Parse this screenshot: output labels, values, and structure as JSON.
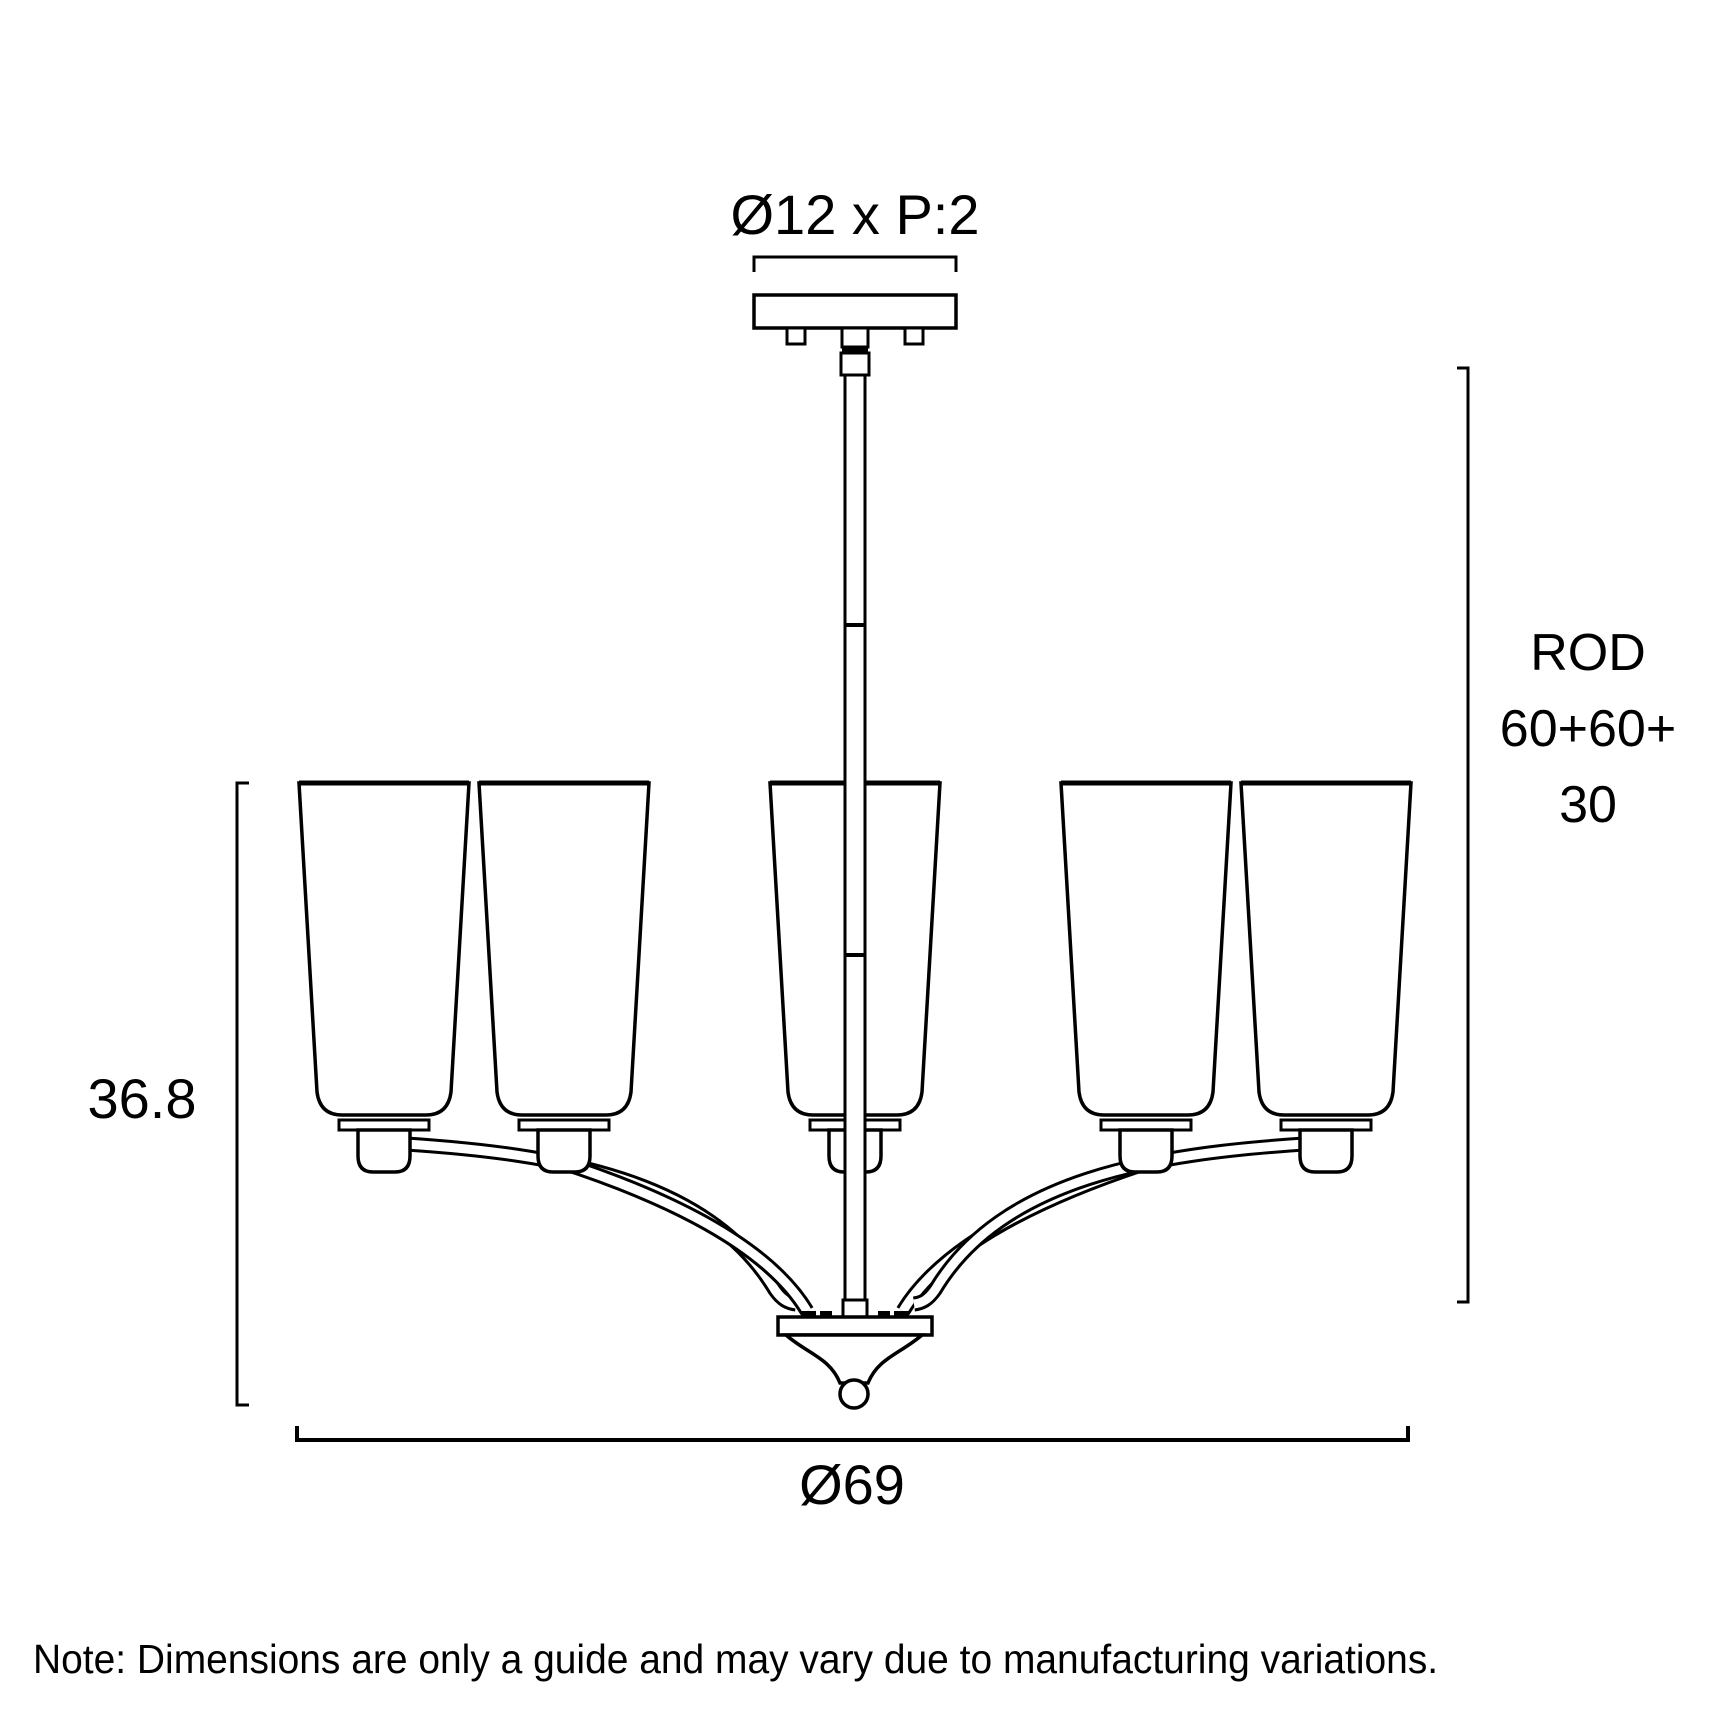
{
  "diagram": {
    "title": "chandelier-dimension-drawing",
    "colors": {
      "line": "#000000",
      "background": "#ffffff"
    },
    "dimensions": {
      "canopy_label": "Ø12 x P:2",
      "height_label": "36.8",
      "diameter_label": "Ø69",
      "rod": {
        "lines": [
          "ROD",
          "60+60+",
          "30"
        ]
      }
    },
    "note": "Note: Dimensions are only a guide and may vary due to manufacturing variations."
  }
}
